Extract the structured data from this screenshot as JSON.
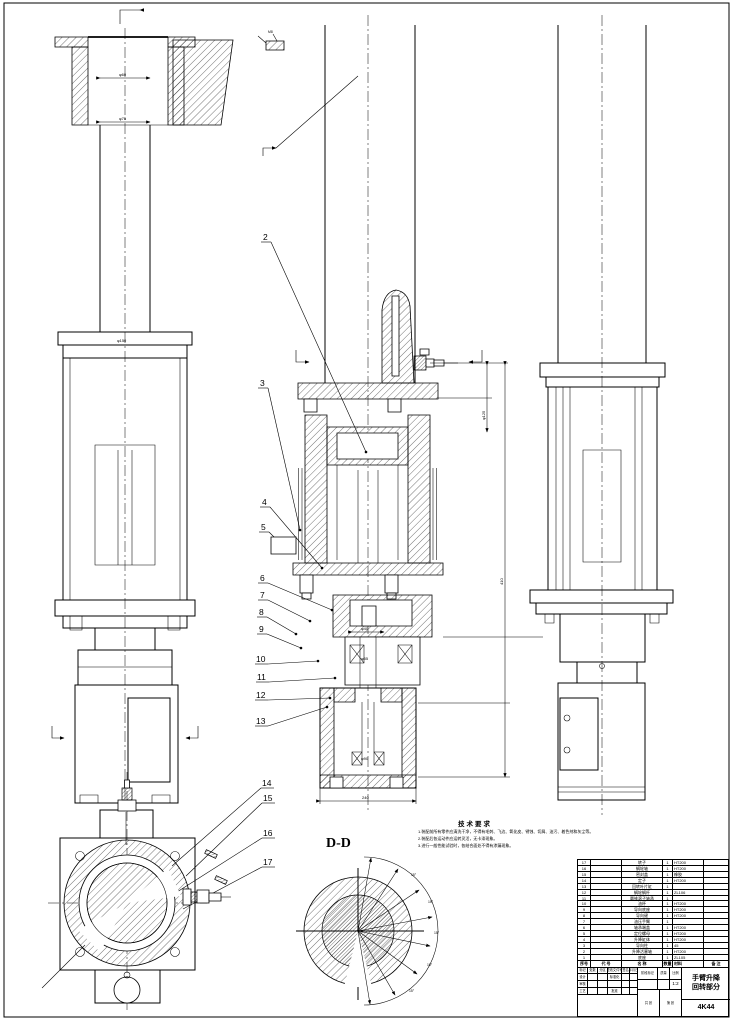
{
  "drawing": {
    "section_label": "D-D",
    "tech_requirements": {
      "title": "技术要求",
      "lines": [
        "1.装配前所有零件应清洗干净，不得有毛刺、飞边、氧化皮、锈蚀、切屑、油污、着色剂和灰尘等。",
        "2.装配后各运动件应运转灵活，无卡滞现象。",
        "3.进行一般性能试验时，各结合面处不得有渗漏现象。"
      ]
    },
    "callouts": [
      "2",
      "3",
      "4",
      "5",
      "6",
      "7",
      "8",
      "9",
      "10",
      "11",
      "12",
      "13",
      "14",
      "15",
      "16",
      "17"
    ],
    "dims": [
      "φ60",
      "φ75",
      "M8",
      "φ150",
      "φ125",
      "410",
      "φ40",
      "φ55",
      "φ90",
      "240"
    ],
    "dd_angles": [
      "15°",
      "15°",
      "15°",
      "15°",
      "15°"
    ]
  },
  "parts_list": {
    "headers": [
      "序号",
      "代 号",
      "名  称",
      "数量",
      "材料",
      "备 注"
    ],
    "rows": [
      {
        "no": "17",
        "code": "",
        "name": "转子",
        "qty": "1",
        "material": "HT200",
        "note": ""
      },
      {
        "no": "16",
        "code": "",
        "name": "蜗轮轴",
        "qty": "1",
        "material": "HT200",
        "note": ""
      },
      {
        "no": "15",
        "code": "",
        "name": "密封盖",
        "qty": "1",
        "material": "橡胶",
        "note": ""
      },
      {
        "no": "14",
        "code": "",
        "name": "定子",
        "qty": "1",
        "material": "HT200",
        "note": ""
      },
      {
        "no": "13",
        "code": "",
        "name": "回转叶片缸",
        "qty": "1",
        "material": "",
        "note": ""
      },
      {
        "no": "12",
        "code": "",
        "name": "蜗轮蜗杆",
        "qty": "1",
        "material": "ZL106",
        "note": ""
      },
      {
        "no": "11",
        "code": "",
        "name": "圆锥滚子轴承",
        "qty": "1",
        "material": "",
        "note": ""
      },
      {
        "no": "10",
        "code": "",
        "name": "油杯",
        "qty": "1",
        "material": "HT200",
        "note": ""
      },
      {
        "no": "9",
        "code": "",
        "name": "导向底座",
        "qty": "1",
        "material": "HT200",
        "note": ""
      },
      {
        "no": "8",
        "code": "",
        "name": "导向键",
        "qty": "1",
        "material": "HT200",
        "note": ""
      },
      {
        "no": "7",
        "code": "",
        "name": "油压手臂",
        "qty": "1",
        "material": "",
        "note": ""
      },
      {
        "no": "6",
        "code": "",
        "name": "轴承端盖",
        "qty": "1",
        "material": "HT200",
        "note": ""
      },
      {
        "no": "5",
        "code": "",
        "name": "定位螺母",
        "qty": "1",
        "material": "HT200",
        "note": ""
      },
      {
        "no": "4",
        "code": "",
        "name": "升降缸体",
        "qty": "1",
        "material": "HT200",
        "note": ""
      },
      {
        "no": "3",
        "code": "",
        "name": "导向柱",
        "qty": "1",
        "material": "45",
        "note": ""
      },
      {
        "no": "2",
        "code": "",
        "name": "升降活塞轴",
        "qty": "1",
        "material": "HT200",
        "note": ""
      },
      {
        "no": "1",
        "code": "",
        "name": "底座",
        "qty": "1",
        "material": "ZL105",
        "note": ""
      }
    ]
  },
  "title_block": {
    "title_line1": "手臂升降",
    "title_line2": "回转部分",
    "drawing_no": "4K44",
    "fields": {
      "mark": "标记",
      "count": "处数",
      "zone": "分区",
      "change_doc": "更改文件号",
      "sign": "签名",
      "date": "年月日",
      "design": "设计",
      "standardize": "标准化",
      "check": "审核",
      "process": "工艺",
      "approve": "批准",
      "stage": "阶段标记",
      "mass": "质量",
      "scale": "比例",
      "scale_value": "1:2",
      "sheets_total": "共 张",
      "sheet_no": "第 张"
    }
  }
}
